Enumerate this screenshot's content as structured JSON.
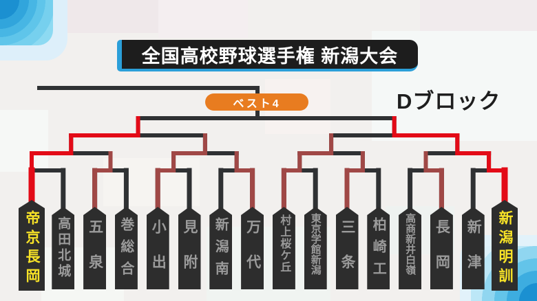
{
  "header": {
    "title": "全国高校野球選手権 新潟大会"
  },
  "labels": {
    "round_badge": "ベスト4",
    "block": "Dブロック"
  },
  "colors": {
    "advancing_red": "#e30b17",
    "eliminated_winner_red": "#a04846",
    "line_black": "#2f3133",
    "badge_orange": "#e87c20",
    "title_accent_blue": "#2b9fd9",
    "banner_black": "#2d2d2d",
    "team_gray": "#9b9b9b",
    "finalist_yellow": "#f8e327"
  },
  "bracket": {
    "teams": [
      {
        "name": "帝京長岡",
        "finalist": true
      },
      {
        "name": "高田北城",
        "finalist": false
      },
      {
        "name": "五泉",
        "finalist": false
      },
      {
        "name": "巻総合",
        "finalist": false
      },
      {
        "name": "小出",
        "finalist": false
      },
      {
        "name": "見附",
        "finalist": false
      },
      {
        "name": "新潟南",
        "finalist": false
      },
      {
        "name": "万代",
        "finalist": false
      },
      {
        "name": "村上桜ケ丘",
        "finalist": false
      },
      {
        "name": "東京学館新潟",
        "finalist": false
      },
      {
        "name": "三条",
        "finalist": false
      },
      {
        "name": "柏崎工",
        "finalist": false
      },
      {
        "name": "高商新井白嶺",
        "finalist": false
      },
      {
        "name": "長岡",
        "finalist": false
      },
      {
        "name": "新津",
        "finalist": false
      },
      {
        "name": "新潟明訓",
        "finalist": true
      }
    ],
    "round1_winners": [
      0,
      2,
      4,
      7,
      8,
      10,
      13,
      15
    ],
    "round2_winners": [
      0,
      4,
      8,
      15
    ],
    "round3_winners": [
      0,
      15
    ],
    "final_winner": null
  }
}
